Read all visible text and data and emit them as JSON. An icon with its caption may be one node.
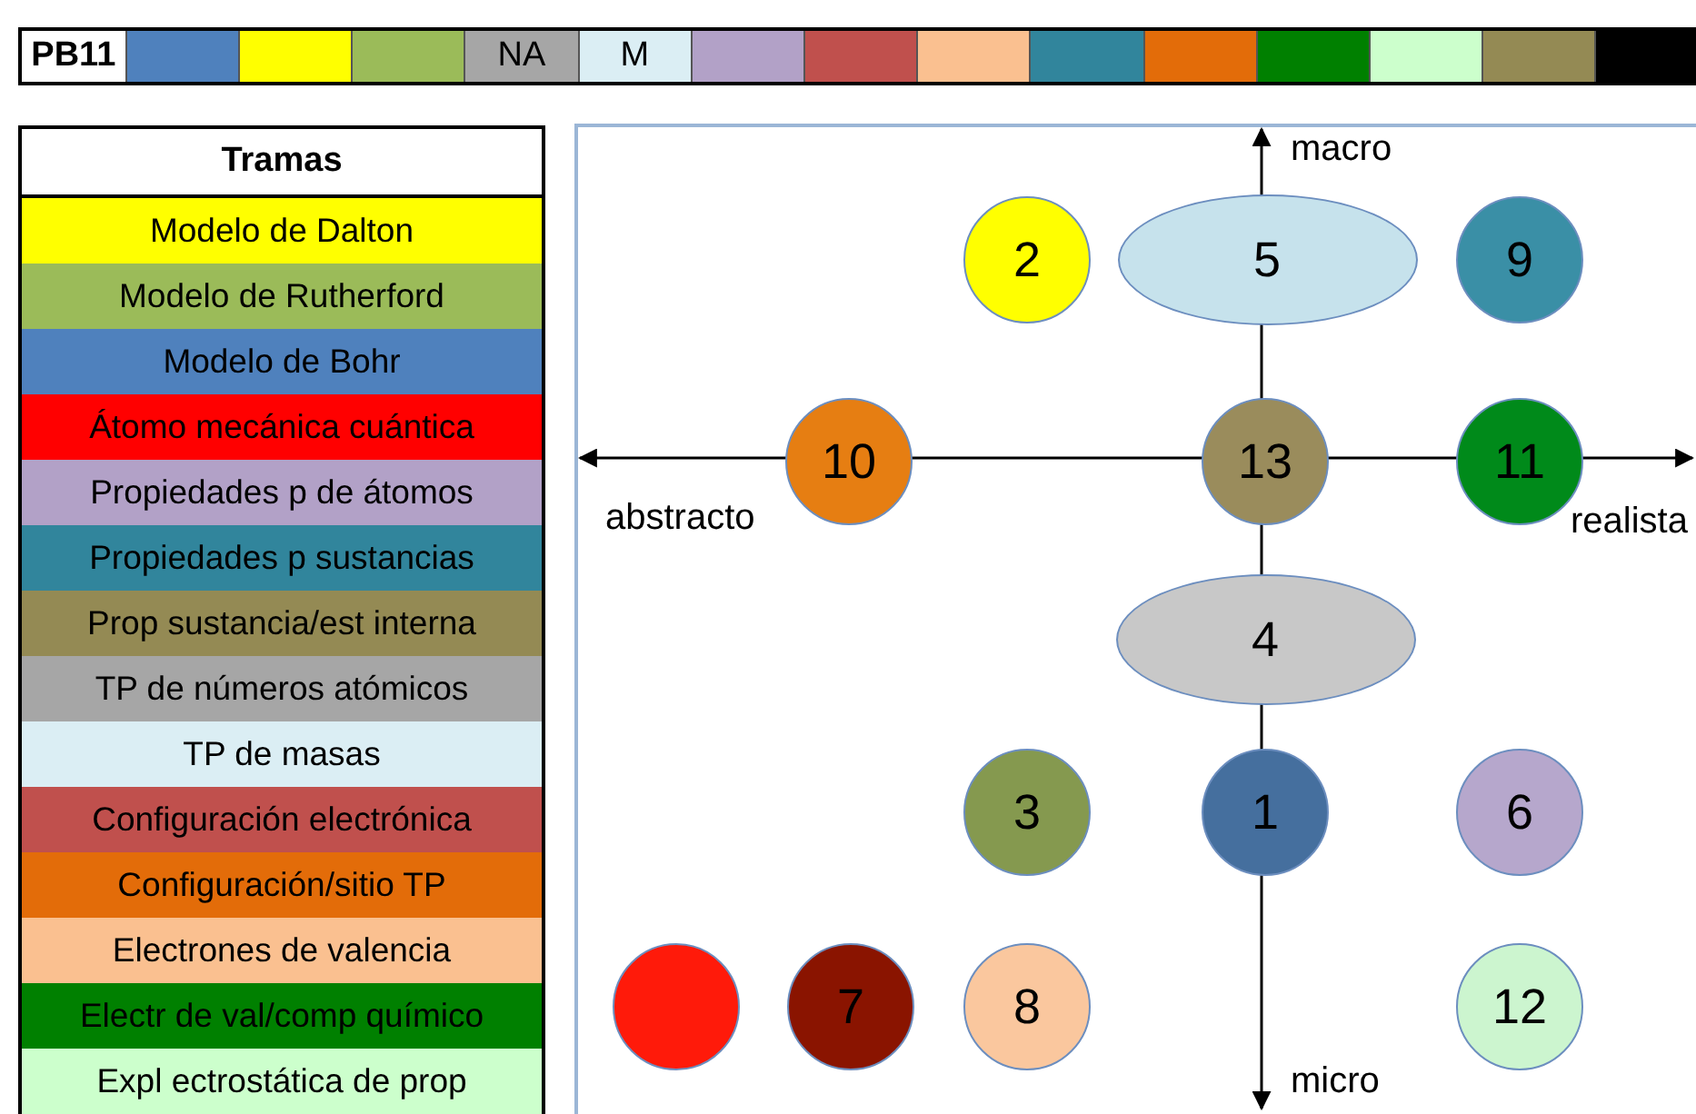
{
  "diagram": {
    "nodes": [
      {
        "text": [
          "2"
        ]
      },
      {
        "text": [
          "5"
        ]
      },
      {
        "text": [
          "9"
        ]
      },
      {
        "text": [
          "10"
        ]
      },
      {
        "text": [
          "13"
        ]
      },
      {
        "text": [
          "11"
        ]
      },
      {
        "text": [
          "4"
        ]
      },
      {
        "text": [
          "3"
        ]
      },
      {
        "text": [
          "1"
        ]
      },
      {
        "text": [
          "6"
        ]
      },
      {
        "text": [],
        "shape": "circle"
      },
      {
        "text": [
          "7"
        ]
      },
      {
        "text": [
          "8"
        ]
      },
      {
        "text": [
          "12"
        ]
      }
    ],
    "edges": [],
    "labels": [
      "PB11",
      "NA",
      "M",
      "Tramas",
      "macro",
      "abstracto",
      "realista",
      "micro"
    ],
    "legend": [
      {
        "text": "Modelo de Dalton",
        "color": "#ffff00"
      },
      {
        "text": "Modelo de Rutherford",
        "color": "#9bbb59"
      },
      {
        "text": "Modelo de Bohr",
        "color": "#4f81bd"
      },
      {
        "text": "Átomo mecánica cuántica",
        "color": "#ff0000"
      },
      {
        "text": "Propiedades p de átomos",
        "color": "#b2a1c7"
      },
      {
        "text": "Propiedades p sustancias",
        "color": "#31859c"
      },
      {
        "text": "Prop sustancia/est interna",
        "color": "#948a54"
      },
      {
        "text": "TP de números atómicos",
        "color": "#a6a6a6"
      },
      {
        "text": "TP de masas",
        "color": "#dbeef4"
      },
      {
        "text": "Configuración electrónica",
        "color": "#c0504d"
      },
      {
        "text": "Configuración/sitio TP",
        "color": "#e36c09"
      },
      {
        "text": "Electrones de valencia",
        "color": "#fac090"
      },
      {
        "text": "Electr de val/comp químico",
        "color": "#008000"
      },
      {
        "text": "Expl ectrostática de prop",
        "color": "#ccffcc"
      }
    ]
  }
}
